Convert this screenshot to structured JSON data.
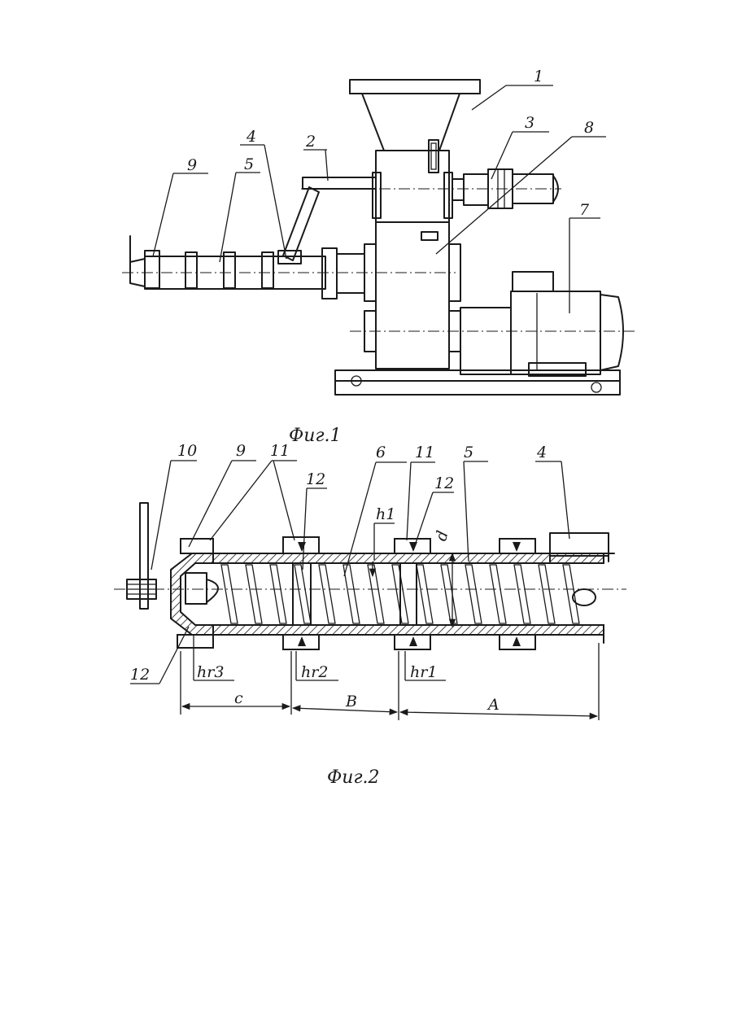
{
  "colors": {
    "ink": "#1a1a1a",
    "paper": "#ffffff"
  },
  "figure1": {
    "caption": "Фиг.1",
    "labels": {
      "l1": "1",
      "l2": "2",
      "l3": "3",
      "l4": "4",
      "l5": "5",
      "l7": "7",
      "l8": "8",
      "l9": "9"
    }
  },
  "figure2": {
    "caption": "Фиг.2",
    "labels": {
      "l10": "10",
      "l9": "9",
      "l11a": "11",
      "l12a": "12",
      "l6": "6",
      "l11b": "11",
      "l12b": "12",
      "l5": "5",
      "l4": "4",
      "l12c": "12",
      "h1": "h1",
      "d": "d",
      "hr3": "hr3",
      "hr2": "hr2",
      "hr1": "hr1",
      "dimC": "c",
      "dimB": "B",
      "dimA": "A"
    }
  }
}
